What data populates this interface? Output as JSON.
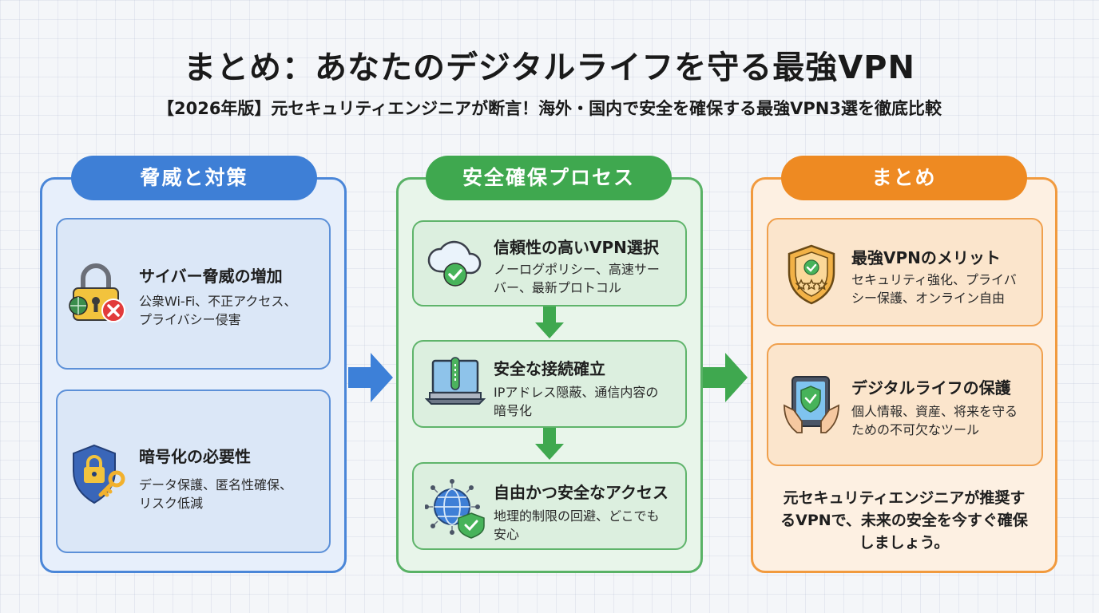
{
  "title": "まとめ：あなたのデジタルライフを守る最強VPN",
  "subtitle": "【2026年版】元セキュリティエンジニアが断言！海外・国内で安全を確保する最強VPN3選を徹底比較",
  "columns": {
    "threats": {
      "header": "脅威と対策",
      "cards": [
        {
          "title": "サイバー脅威の増加",
          "desc_line1": "公衆Wi-Fi、不正アクセス、",
          "desc_line2": "プライバシー侵害",
          "icon": "padlock-x-icon"
        },
        {
          "title": "暗号化の必要性",
          "desc_line1": "データ保護、匿名性確保、",
          "desc_line2": "リスク低減",
          "icon": "shield-key-icon"
        }
      ]
    },
    "process": {
      "header": "安全確保プロセス",
      "cards": [
        {
          "title": "信頼性の高いVPN選択",
          "desc_line1": "ノーログポリシー、高速サー",
          "desc_line2": "バー、最新プロトコル",
          "icon": "cloud-check-icon"
        },
        {
          "title": "安全な接続確立",
          "desc_line1": "IPアドレス隠蔽、通信内容の",
          "desc_line2": "暗号化",
          "icon": "laptop-tunnel-icon"
        },
        {
          "title": "自由かつ安全なアクセス",
          "desc_line1": "地理的制限の回避、どこでも",
          "desc_line2": "安心",
          "icon": "globe-shield-icon"
        }
      ]
    },
    "summary": {
      "header": "まとめ",
      "cards": [
        {
          "title": "最強VPNのメリット",
          "desc_line1": "セキュリティ強化、プライバ",
          "desc_line2": "シー保護、オンライン自由",
          "icon": "shield-stars-icon"
        },
        {
          "title": "デジタルライフの保護",
          "desc_line1": "個人情報、資産、将来を守る",
          "desc_line2": "ための不可欠なツール",
          "icon": "tablet-shield-icon"
        }
      ],
      "closing_line1": "元セキュリティエンジニアが推奨す",
      "closing_line2": "るVPNで、未来の安全を今すぐ確保",
      "closing_line3": "しましょう。"
    }
  },
  "colors": {
    "blue": "#3e7fd6",
    "green": "#3fa84f",
    "orange": "#ee8a22"
  }
}
